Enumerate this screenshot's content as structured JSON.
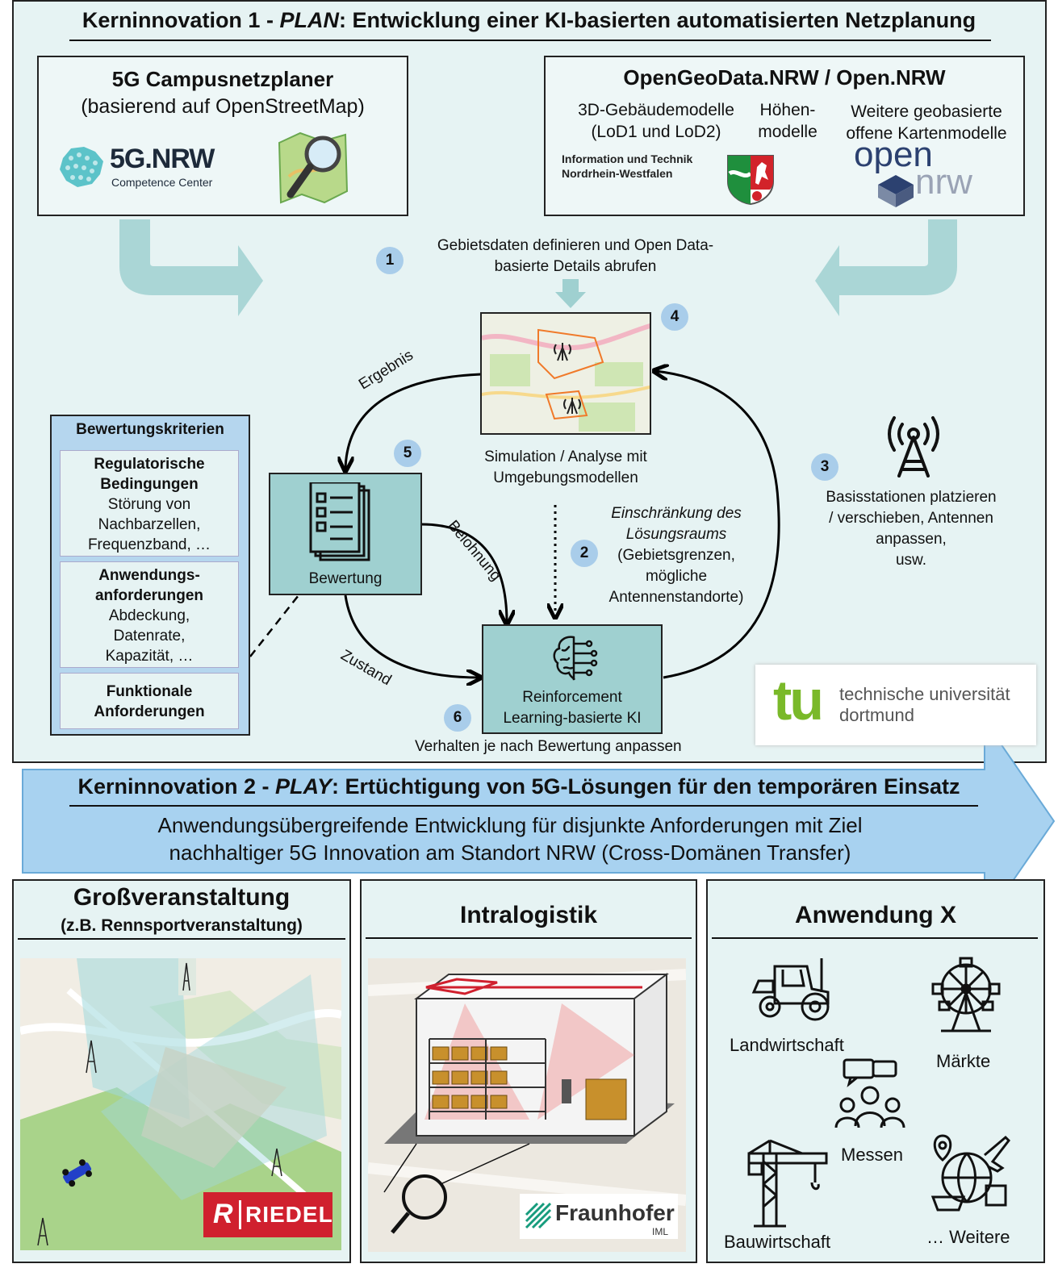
{
  "top": {
    "title_prefix": "Kerninnovation 1 - ",
    "title_em": "PLAN",
    "title_rest": ": Entwicklung einer KI-basierten automatisierten Netzplanung"
  },
  "campus_box": {
    "title": "5G Campusnetzplaner",
    "subtitle": "(basierend auf OpenStreetMap)",
    "logo_main": "5G.NRW",
    "logo_sub": "Competence Center"
  },
  "geo_box": {
    "title": "OpenGeoData.NRW / Open.NRW",
    "col1": [
      "3D-Gebäudemodelle",
      "(LoD1 und LoD2)"
    ],
    "col2": [
      "Höhen-",
      "modelle"
    ],
    "col3": [
      "Weitere geobasierte",
      "offene Kartenmodelle"
    ],
    "it_logo": [
      "Information und Technik",
      "Nordrhein-Westfalen"
    ],
    "open_logo": [
      "open",
      "nrw"
    ]
  },
  "steps": {
    "s1": {
      "num": "1",
      "text": [
        "Gebietsdaten definieren und Open Data-",
        "basierte Details abrufen"
      ]
    },
    "s2": {
      "num": "2",
      "text_italic": [
        "Einschränkung des",
        "Lösungsraums"
      ],
      "text": [
        "(Gebietsgrenzen,",
        "mögliche",
        "Antennenstandorte)"
      ]
    },
    "s3": {
      "num": "3",
      "text": [
        "Basisstationen platzieren",
        "/ verschieben, Antennen",
        "anpassen,",
        "usw."
      ]
    },
    "s4": {
      "num": "4",
      "text": [
        "Simulation / Analyse mit",
        "Umgebungsmodellen"
      ]
    },
    "s5": {
      "num": "5"
    },
    "s6": {
      "num": "6",
      "text": "Verhalten je nach Bewertung anpassen"
    }
  },
  "edges": {
    "ergebnis": "Ergebnis",
    "belohnung": "Belohnung",
    "zustand": "Zustand"
  },
  "bewertung_label": "Bewertung",
  "rl_label": [
    "Reinforcement",
    "Learning-basierte KI"
  ],
  "criteria": {
    "title": "Bewertungskriterien",
    "items": [
      {
        "heading": [
          "Regulatorische",
          "Bedingungen"
        ],
        "body": [
          "Störung von",
          "Nachbarzellen,",
          "Frequenzband, …"
        ]
      },
      {
        "heading": [
          "Anwendungs-",
          "anforderungen"
        ],
        "body": [
          "Abdeckung,",
          "Datenrate,",
          "Kapazität, …"
        ]
      },
      {
        "heading": [
          "Funktionale",
          "Anforderungen"
        ],
        "body": []
      }
    ]
  },
  "tu_logo": {
    "mark": "tu",
    "line1": "technische universität",
    "line2": "dortmund"
  },
  "play": {
    "title_prefix": "Kerninnovation 2 - ",
    "title_em": "PLAY",
    "title_rest": ": Ertüchtigung von 5G-Lösungen für den temporären Einsatz",
    "line1": "Anwendungsübergreifende Entwicklung für disjunkte Anforderungen mit Ziel",
    "line2": "nachhaltiger 5G Innovation am Standort NRW (Cross-Domänen Transfer)"
  },
  "bottom": {
    "gross_title": "Großveranstaltung",
    "gross_sub": "(z.B. Rennsportveranstaltung)",
    "riedel": "RIEDEL",
    "intra_title": "Intralogistik",
    "fraunhofer": "Fraunhofer",
    "fraunhofer_sub": "IML",
    "anw_title": "Anwendung X",
    "apps": [
      "Landwirtschaft",
      "Märkte",
      "Messen",
      "Bauwirtschaft",
      "… Weitere"
    ]
  },
  "colors": {
    "panel": "#e6f3f3",
    "teal": "#9fd0d0",
    "arrow_blue": "#a8d2f0",
    "badge": "#a9cdea",
    "criteria_bg": "#b5d6ee",
    "tu_green": "#7ab929",
    "riedel_red": "#d0202e",
    "fraunhofer_green": "#179c7d"
  }
}
